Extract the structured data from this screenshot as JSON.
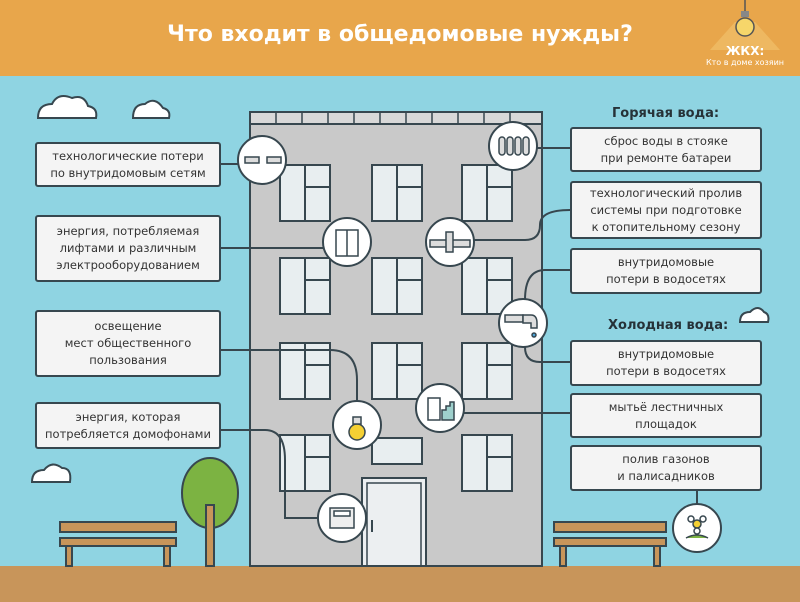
{
  "header": {
    "title": "Что входит в общедомовые нужды?",
    "logo_title": "ЖКХ:",
    "logo_subtitle": "Кто в доме хозяин"
  },
  "left": [
    {
      "text": "технологические потери\nпо внутридомовым сетям",
      "icon": "pipe-joint-icon"
    },
    {
      "text": "энергия, потребляемая\nлифтами и различным\nэлектрооборудованием",
      "icon": "elevator-icon"
    },
    {
      "text": "освещение\nмест общественного\nпользования",
      "icon": "light-bulb-icon"
    },
    {
      "text": "энергия, которая\nпотребляется домофонами",
      "icon": "intercom-icon"
    }
  ],
  "hot_water": {
    "heading": "Горячая вода:",
    "items": [
      {
        "text": "сброс воды в стояке\nпри ремонте батареи",
        "icon": "radiator-icon"
      },
      {
        "text": "технологический пролив\nсистемы при подготовке\nк отопительному сезону",
        "icon": "valve-icon"
      },
      {
        "text": "внутридомовые\nпотери в водосетях",
        "icon": "tap-icon"
      }
    ]
  },
  "cold_water": {
    "heading": "Холодная вода:",
    "items": [
      {
        "text": "внутридомовые\nпотери в водосетях",
        "icon": "tap-icon"
      },
      {
        "text": "мытьё лестничных\nплощадок",
        "icon": "stairs-icon"
      },
      {
        "text": "полив газонов\nи палисадников",
        "icon": "flower-icon"
      }
    ]
  },
  "colors": {
    "header": "#e8a64b",
    "sky": "#8fd4e2",
    "building": "#c9c9c9",
    "outline": "#37474f",
    "bulb": "#f5d033",
    "ground": "#c8955a"
  }
}
